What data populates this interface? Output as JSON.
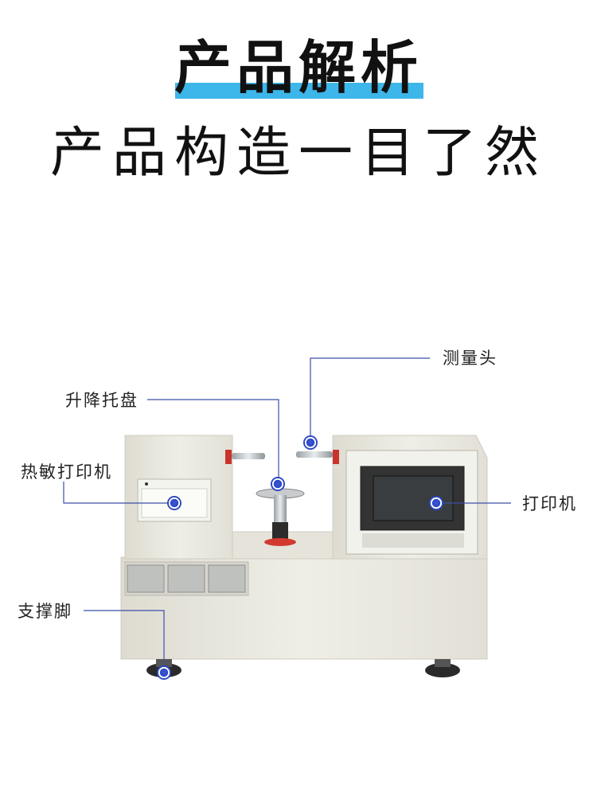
{
  "header": {
    "title": "产品解析",
    "subtitle": "产品构造一目了然",
    "accent_color": "#3db6ea"
  },
  "callouts": {
    "measuring_head": "测量头",
    "lift_tray": "升降托盘",
    "thermal_printer": "热敏打印机",
    "screen": "打印机",
    "support_foot": "支撑脚"
  },
  "colors": {
    "callout_line": "#3a4fa8",
    "callout_dot": "#2b47c4",
    "machine_body": "#ecebe2"
  }
}
